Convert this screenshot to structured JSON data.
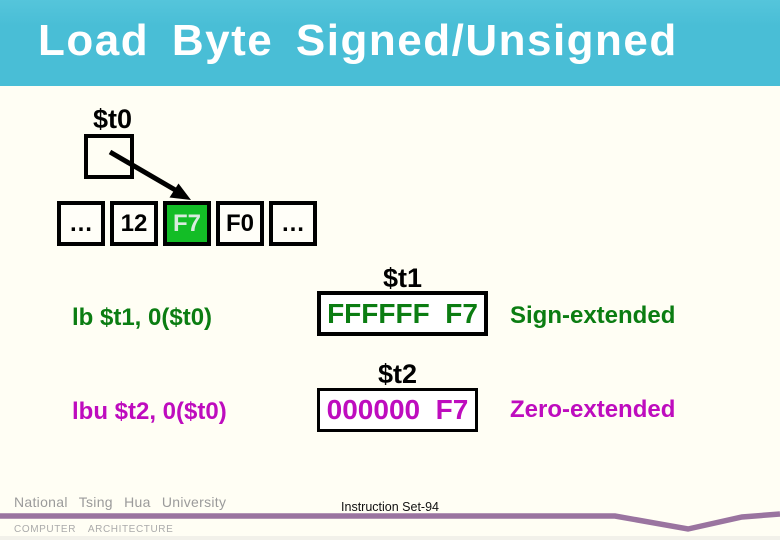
{
  "header": {
    "title": "Load Byte Signed/Unsigned",
    "bg_color": "#49BED6",
    "text_color": "#FFFFFF"
  },
  "register_t0": {
    "label": "$t0"
  },
  "memory": {
    "cells": [
      "…",
      "12",
      "F7",
      "F0",
      "…"
    ],
    "highlighted_index": 2,
    "highlight_color": "#13BD26"
  },
  "lb_row": {
    "instruction": "lb $t1, 0($t0)",
    "register": "$t1",
    "value": "FFFFFF  F7",
    "note": "Sign-extended",
    "color": "#0B7D12"
  },
  "lbu_row": {
    "instruction": "lbu $t2, 0($t0)",
    "register": "$t2",
    "value": "000000  F7",
    "note": "Zero-extended",
    "color": "#BE0CBE"
  },
  "footer": {
    "university": "National Tsing Hua University",
    "page": "Instruction Set-94",
    "department": "COMPUTER  ARCHITECTURE",
    "ribbon_color": "#9A74A0"
  }
}
